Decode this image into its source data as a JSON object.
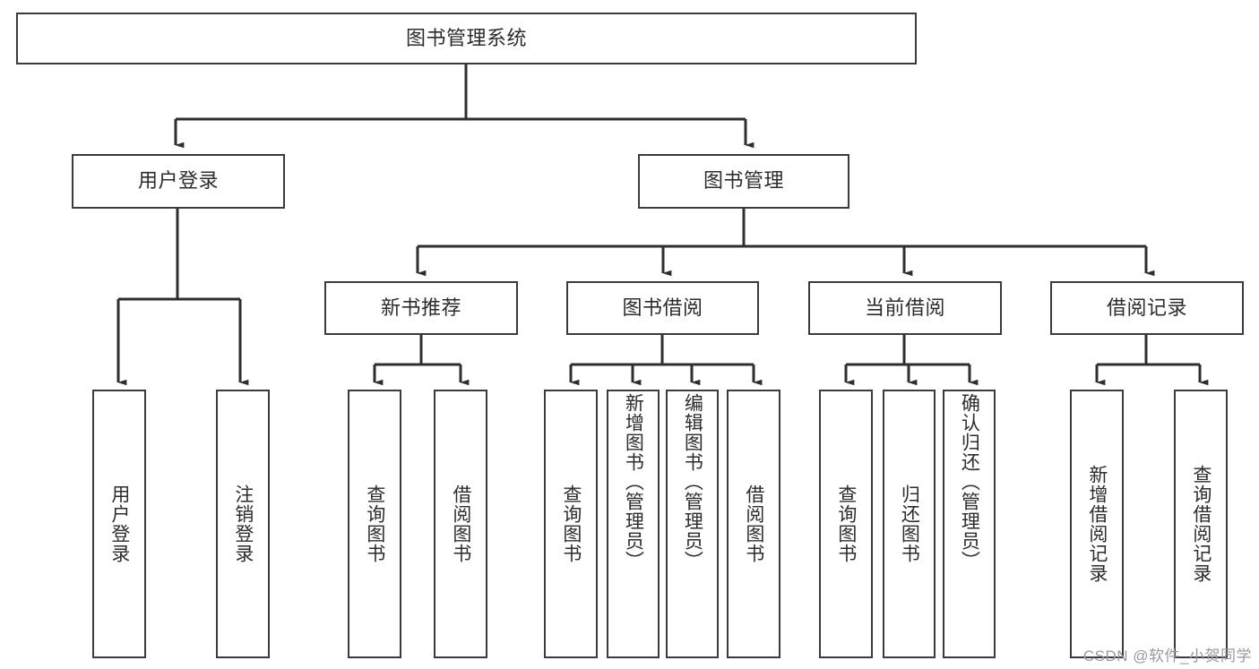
{
  "diagram": {
    "type": "tree",
    "title": "图书管理系统",
    "watermark": "CSDN @软件_小贺同学",
    "root": {
      "label": "图书管理系统"
    },
    "level2": [
      {
        "id": "user-login",
        "label": "用户登录"
      },
      {
        "id": "book-mgmt",
        "label": "图书管理"
      }
    ],
    "level3": [
      {
        "id": "new-book-rec",
        "label": "新书推荐",
        "parent": "book-mgmt"
      },
      {
        "id": "book-borrow",
        "label": "图书借阅",
        "parent": "book-mgmt"
      },
      {
        "id": "current-borrow",
        "label": "当前借阅",
        "parent": "book-mgmt"
      },
      {
        "id": "borrow-record",
        "label": "借阅记录",
        "parent": "book-mgmt"
      }
    ],
    "leaves": [
      {
        "id": "leaf-user-login",
        "label": "用户登录",
        "parent": "user-login"
      },
      {
        "id": "leaf-logout",
        "label": "注销登录",
        "parent": "user-login"
      },
      {
        "id": "leaf-query-book-1",
        "label": "查询图书",
        "parent": "new-book-rec"
      },
      {
        "id": "leaf-borrow-book-1",
        "label": "借阅图书",
        "parent": "new-book-rec"
      },
      {
        "id": "leaf-query-book-2",
        "label": "查询图书",
        "parent": "book-borrow"
      },
      {
        "id": "leaf-add-book",
        "label": "新增图书（管理员）",
        "parent": "book-borrow"
      },
      {
        "id": "leaf-edit-book",
        "label": "编辑图书（管理员）",
        "parent": "book-borrow"
      },
      {
        "id": "leaf-borrow-book-2",
        "label": "借阅图书",
        "parent": "book-borrow"
      },
      {
        "id": "leaf-query-book-3",
        "label": "查询图书",
        "parent": "current-borrow"
      },
      {
        "id": "leaf-return-book",
        "label": "归还图书",
        "parent": "current-borrow"
      },
      {
        "id": "leaf-confirm-return",
        "label": "确认归还（管理员）",
        "parent": "current-borrow"
      },
      {
        "id": "leaf-add-record",
        "label": "新增借阅记录",
        "parent": "borrow-record"
      },
      {
        "id": "leaf-query-record",
        "label": "查询借阅记录",
        "parent": "borrow-record"
      }
    ],
    "colors": {
      "stroke": "#3b3b3b",
      "fill": "#ffffff",
      "text": "#2c2c2c",
      "watermark": "#9a9a9a"
    }
  }
}
